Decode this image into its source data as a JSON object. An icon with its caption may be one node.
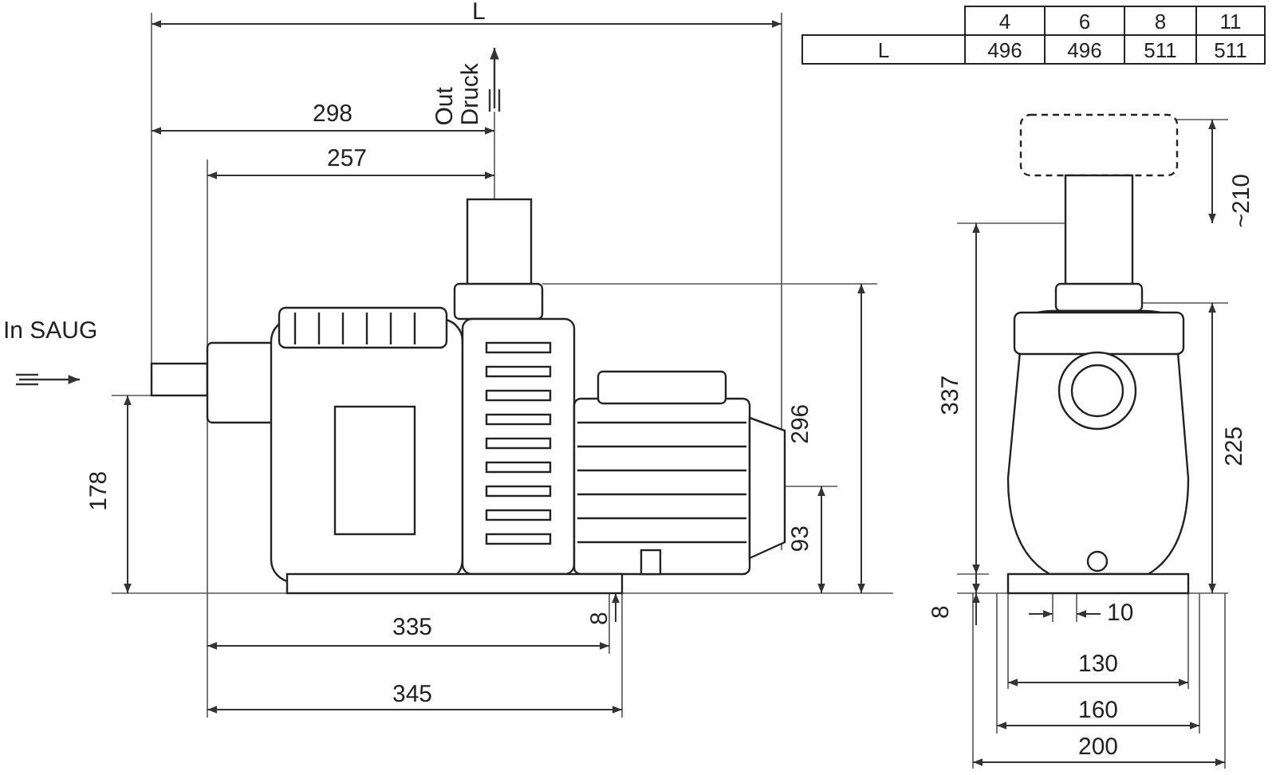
{
  "diagram": {
    "labels": [
      "L",
      "Out Druck",
      "298",
      "257",
      "In SAUG",
      "178",
      "296",
      "93",
      "8",
      "335",
      "345",
      "4",
      "6",
      "8",
      "11",
      "L",
      "496",
      "496",
      "511",
      "511",
      "~210",
      "337",
      "225",
      "8",
      "10",
      "130",
      "160",
      "200"
    ]
  }
}
